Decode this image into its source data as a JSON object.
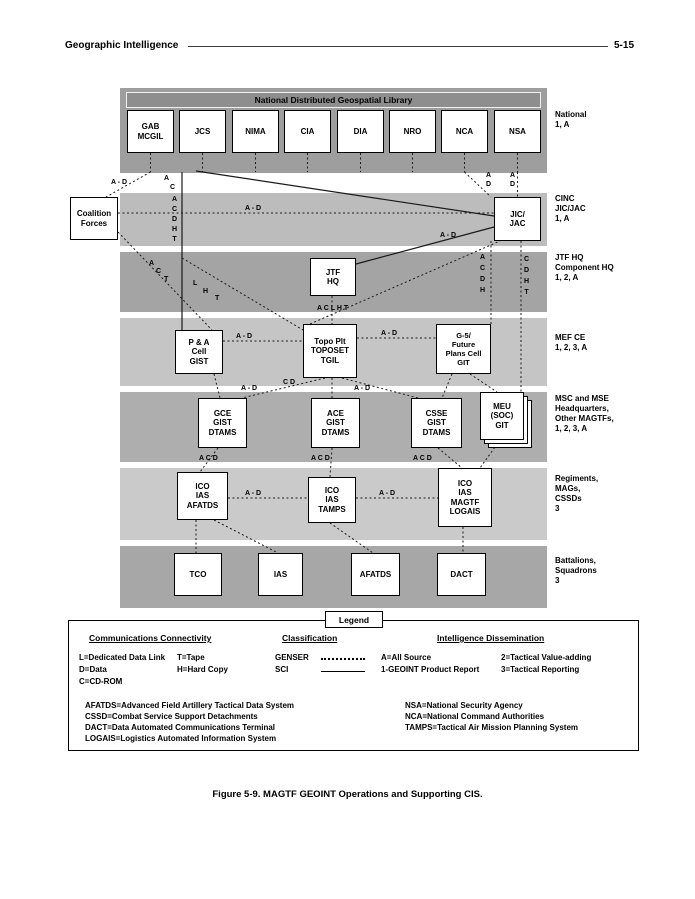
{
  "page": {
    "header_left": "Geographic Intelligence",
    "header_right": "5-15",
    "caption": "Figure 5-9. MAGTF GEOINT Operations and Supporting CIS."
  },
  "colors": {
    "band_dark": "#a4a4a4",
    "band_light": "#c5c5c5",
    "library_bar": "#8e8e8e",
    "box_bg": "#ffffff",
    "line": "#1a1a1a"
  },
  "diagram": {
    "library_title": "National Distributed Geospatial Library",
    "coalition_label": "Coalition\nForces",
    "national_boxes": [
      "GAB\nMCGIL",
      "JCS",
      "NIMA",
      "CIA",
      "DIA",
      "NRO",
      "NCA",
      "NSA"
    ],
    "jic_label": "JIC/\nJAC",
    "jtf_label": "JTF\nHQ",
    "mef_boxes": [
      "P & A\nCell\nGIST",
      "Topo Plt\nTOPOSET\nTGIL",
      "G-5/\nFuture\nPlans Cell\nGIT"
    ],
    "msc_boxes": [
      "GCE\nGIST\nDTAMS",
      "ACE\nGIST\nDTAMS",
      "CSSE\nGIST\nDTAMS",
      "MEU\n(SOC)\nGIT"
    ],
    "regiment_boxes": [
      "ICO\nIAS\nAFATDS",
      "ICO\nIAS\nTAMPS",
      "ICO\nIAS\nMAGTF\nLOGAIS"
    ],
    "battalion_boxes": [
      "TCO",
      "IAS",
      "AFATDS",
      "DACT"
    ],
    "row_labels": [
      "National\n1, A",
      "CINC\nJIC/JAC\n1, A",
      "JTF HQ\nComponent HQ\n1, 2, A",
      "MEF CE\n1, 2, 3, A",
      "MSC and MSE\nHeadquarters,\nOther MAGTFs,\n1, 2, 3, A",
      "Regiments,\nMAGs,\nCSSDs\n3",
      "Battalions,\nSquadrons\n3"
    ],
    "edge_labels": [
      "A - D",
      "A",
      "C",
      "A\nD",
      "A\nD",
      "A - D",
      "A\nC\nD\nH\nT",
      "A - D",
      "A\nC\nD\nH",
      "C\nD\nH\nT",
      "A",
      "C",
      "T",
      "L",
      "H",
      "T",
      "A C L H T",
      "A - D",
      "A - D",
      "A - D",
      "C D",
      "A - D",
      "A C D",
      "A C D",
      "A C D",
      "A - D",
      "A - D"
    ]
  },
  "legend": {
    "title": "Legend",
    "connectivity_header": "Communications Connectivity",
    "classification_header": "Classification",
    "dissemination_header": "Intelligence Dissemination",
    "connectivity_col1": [
      "L=Dedicated Data Link",
      "D=Data",
      "C=CD-ROM"
    ],
    "connectivity_col2": [
      "T=Tape",
      "H=Hard Copy"
    ],
    "classification_items": [
      "GENSER",
      "SCI"
    ],
    "dissemination_col1": [
      "A=All Source",
      "1-GEOINT Product Report"
    ],
    "dissemination_col2": [
      "2=Tactical Value-adding",
      "3=Tactical Reporting"
    ],
    "acronyms_left": [
      "AFATDS=Advanced Field Artillery Tactical Data System",
      "CSSD=Combat Service Support Detachments",
      "DACT=Data Automated Communications Terminal",
      "LOGAIS=Logistics Automated Information System"
    ],
    "acronyms_right": [
      "NSA=National Security Agency",
      "NCA=National Command Authorities",
      "TAMPS=Tactical Air Mission Planning System"
    ]
  }
}
